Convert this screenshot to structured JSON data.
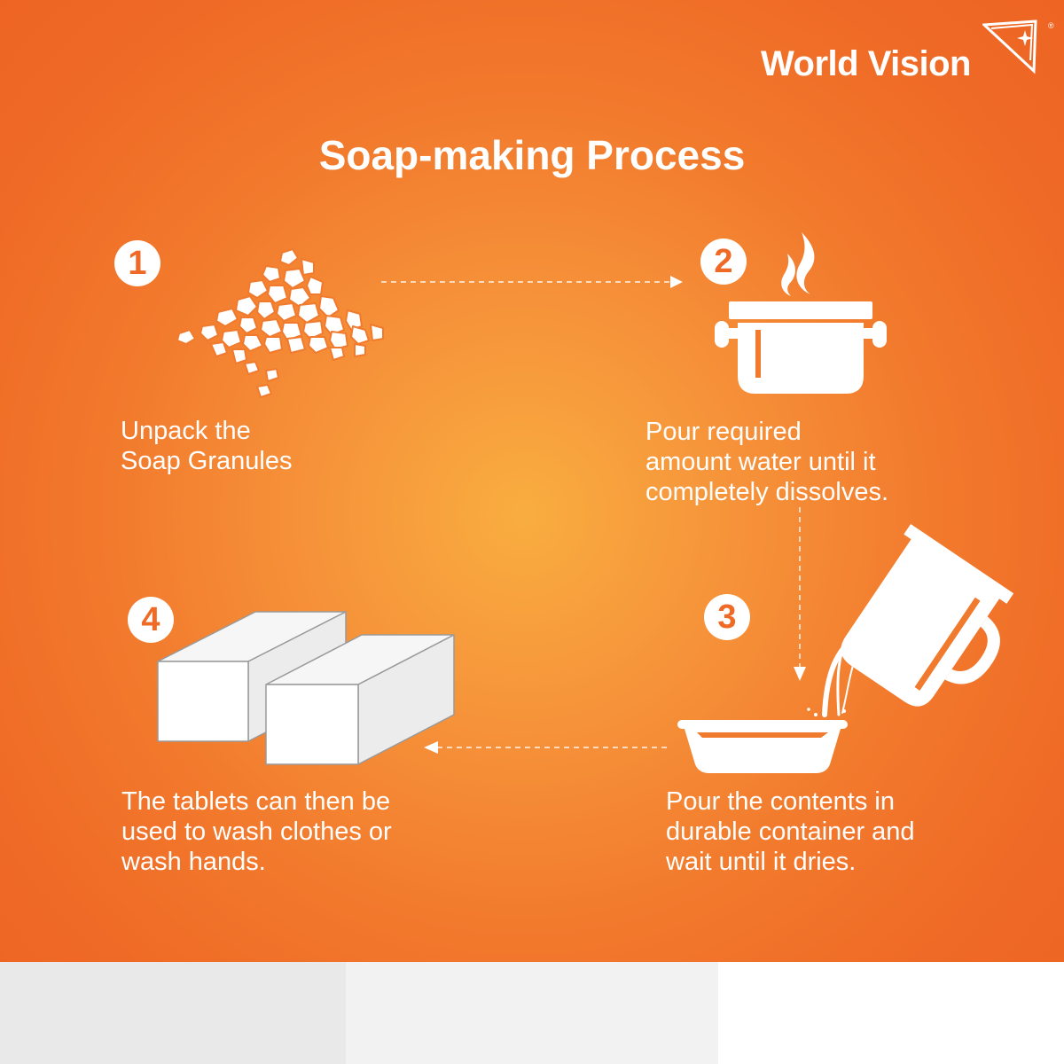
{
  "brand": {
    "name": "World Vision",
    "registered": "®"
  },
  "title": "Soap-making Process",
  "steps": [
    {
      "number": "1",
      "lines": [
        "Unpack the",
        "Soap Granules"
      ],
      "icon": "soap-granules-icon"
    },
    {
      "number": "2",
      "lines": [
        "Pour required",
        "amount water until it",
        "completely dissolves."
      ],
      "icon": "cooking-pot-icon"
    },
    {
      "number": "3",
      "lines": [
        "Pour the contents in",
        "durable container and",
        "wait until it dries."
      ],
      "icon": "pouring-jug-icon"
    },
    {
      "number": "4",
      "lines": [
        "The tablets can then be",
        "used to wash clothes or",
        "wash hands."
      ],
      "icon": "soap-bars-icon"
    }
  ],
  "colors": {
    "background": "#ef6a26",
    "center_glow": "#f9ad40",
    "text": "#ffffff",
    "footer": [
      "#e9e9ea",
      "#f2f2f3",
      "#ffffff"
    ]
  }
}
